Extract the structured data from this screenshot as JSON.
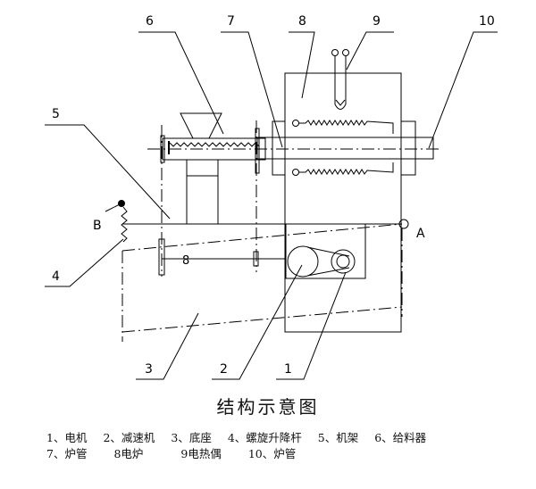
{
  "title": "结构示意图",
  "callouts": {
    "n1": "1",
    "n2": "2",
    "n3": "3",
    "n4": "4",
    "n5": "5",
    "n6": "6",
    "n7": "7",
    "n8": "8",
    "n9": "9",
    "n10": "10",
    "pointA": "A",
    "pointB": "B"
  },
  "legend": {
    "row1": [
      "1、电机",
      "2、减速机",
      "3、底座",
      "4、螺旋升降杆",
      "5、机架",
      "6、给料器"
    ],
    "row2": [
      "7、炉管",
      "8电炉",
      "9电热偶",
      "10、炉管"
    ]
  }
}
